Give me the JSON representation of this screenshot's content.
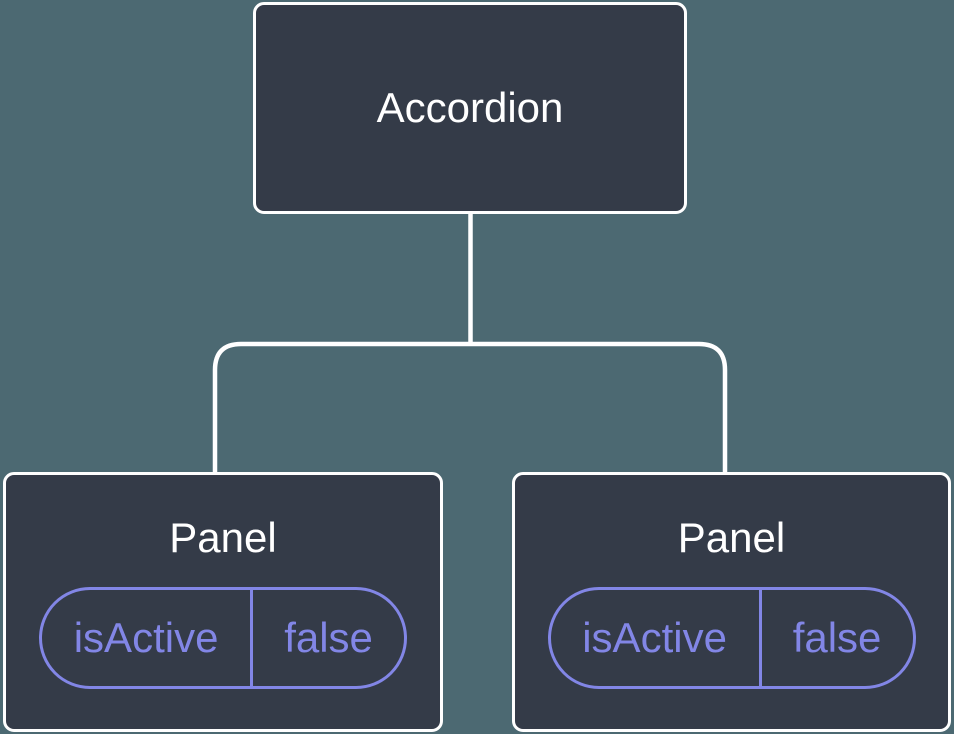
{
  "diagram": {
    "type": "component-tree",
    "root": {
      "label": "Accordion"
    },
    "children": [
      {
        "label": "Panel",
        "state": {
          "key": "isActive",
          "value": "false"
        }
      },
      {
        "label": "Panel",
        "state": {
          "key": "isActive",
          "value": "false"
        }
      }
    ],
    "colors": {
      "background": "#4C6972",
      "node_fill": "#343B48",
      "node_border": "#FFFFFF",
      "node_text": "#FFFFFF",
      "state_accent": "#8286E6",
      "connector": "#FFFFFF"
    }
  }
}
